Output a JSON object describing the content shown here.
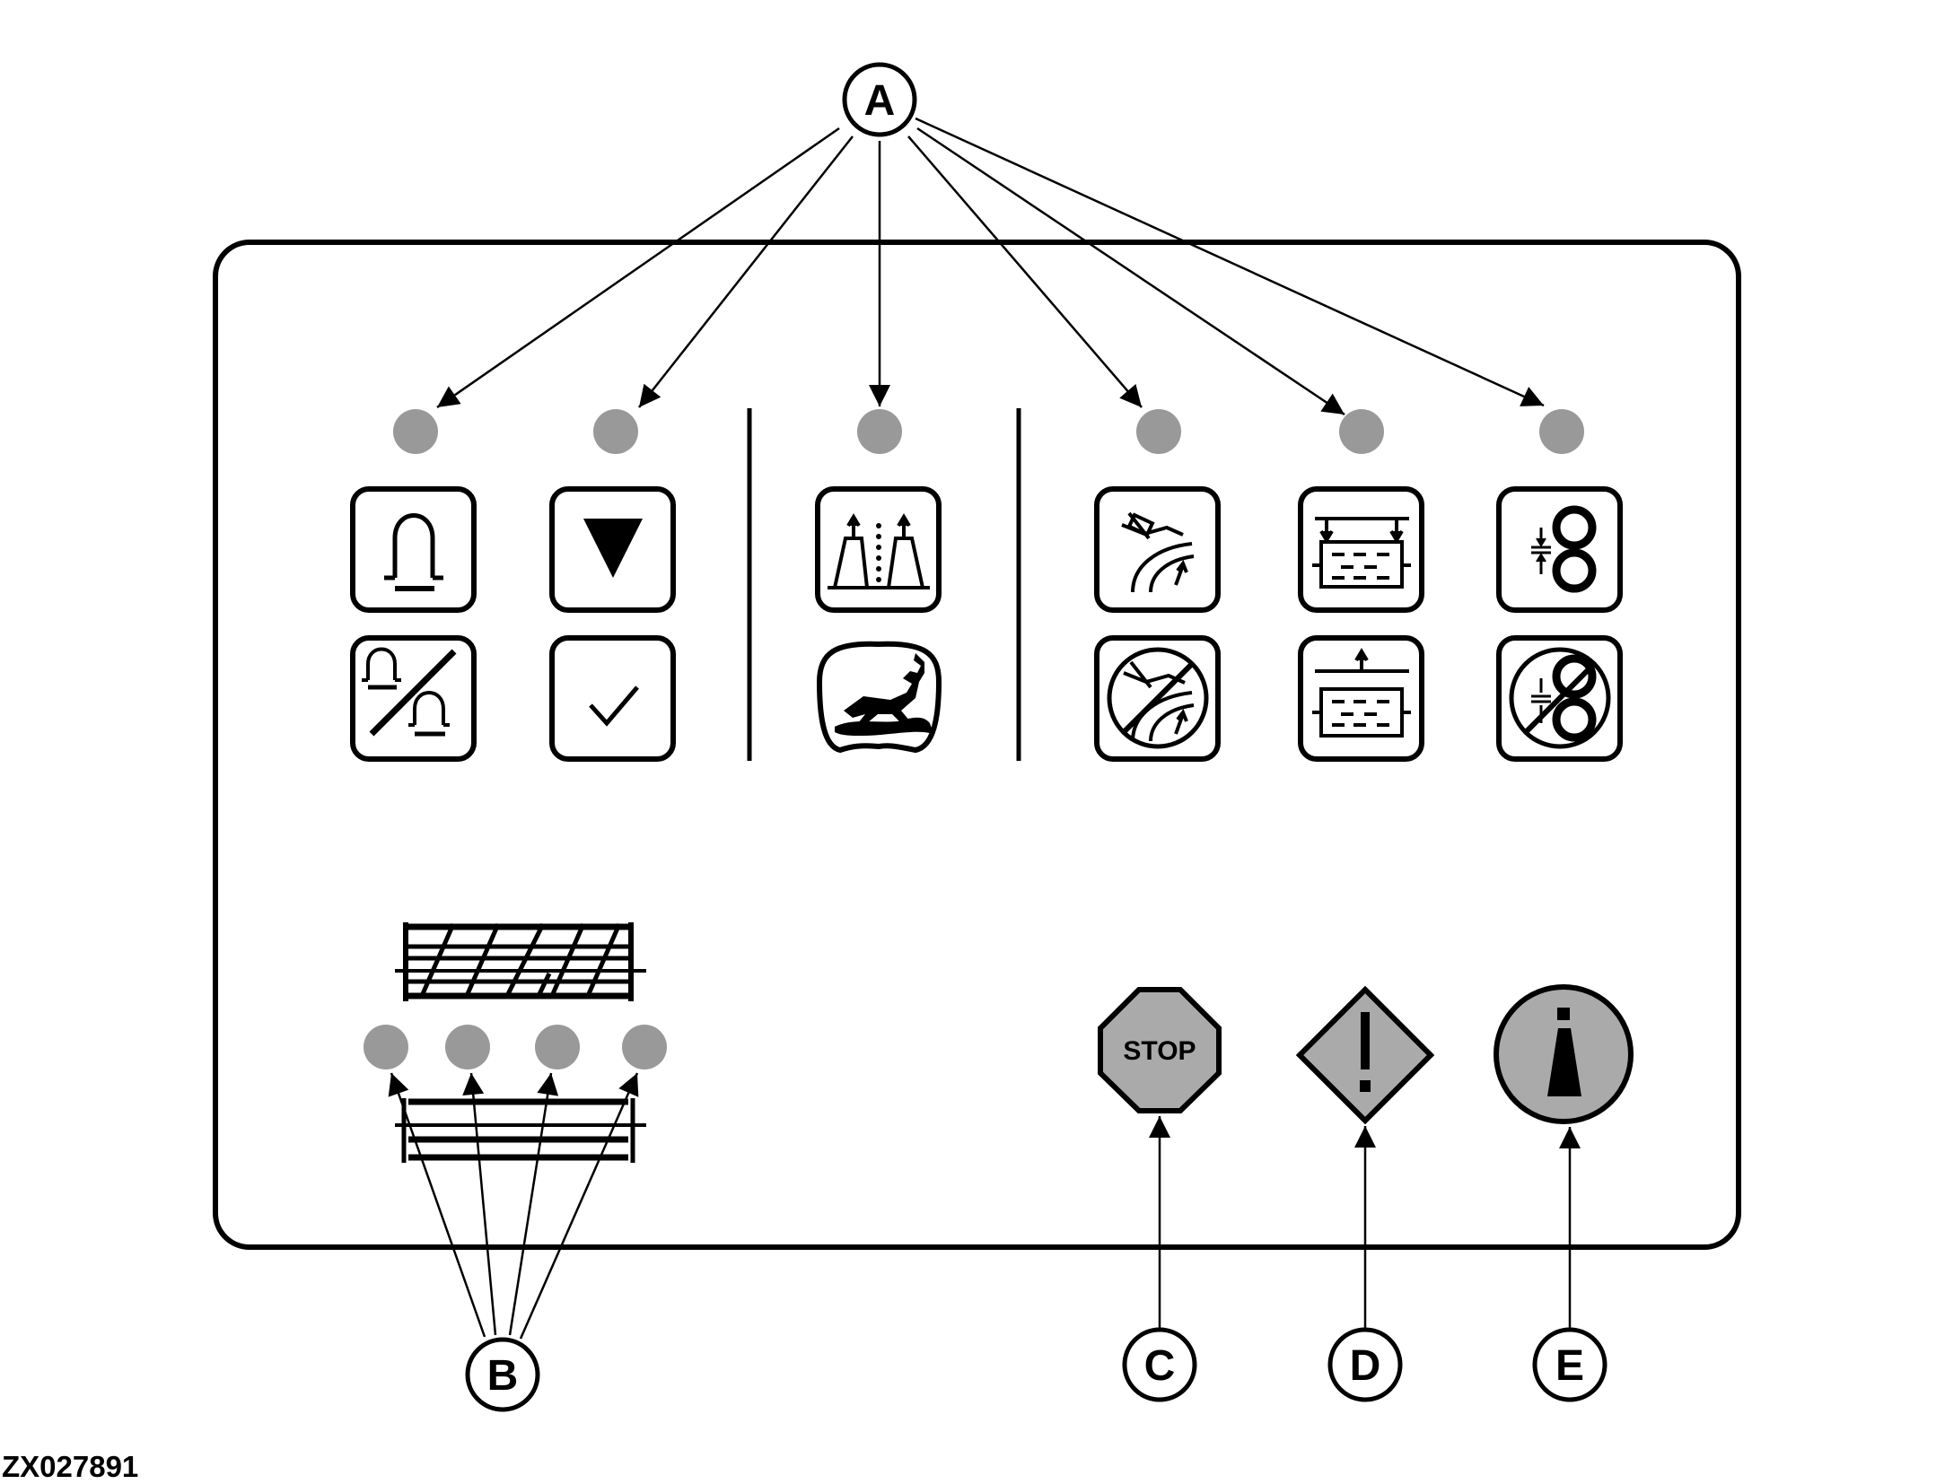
{
  "figure_id": "ZX027891",
  "callouts": {
    "A": "A",
    "B": "B",
    "C": "C",
    "D": "D",
    "E": "E"
  },
  "warning_buttons": {
    "stop_label": "STOP",
    "caution_glyph": "!",
    "info_glyph": "i"
  },
  "icons": [
    "header-raise-icon",
    "header-float-icon",
    "lower-icon",
    "confirm-icon",
    "row-guidance-icon",
    "deere-logo-icon",
    "conditioner-engaged-icon",
    "conditioner-disengaged-icon",
    "swath-narrow-icon",
    "swath-wide-icon",
    "roll-gap-icon",
    "roll-gap-off-icon",
    "swath-board-icon",
    "stop-icon",
    "caution-icon",
    "info-icon"
  ],
  "colors": {
    "line": "#000000",
    "indicator_lamp": "#999999",
    "button_face": "#ffffff",
    "warning_face": "#aaaaaa"
  }
}
